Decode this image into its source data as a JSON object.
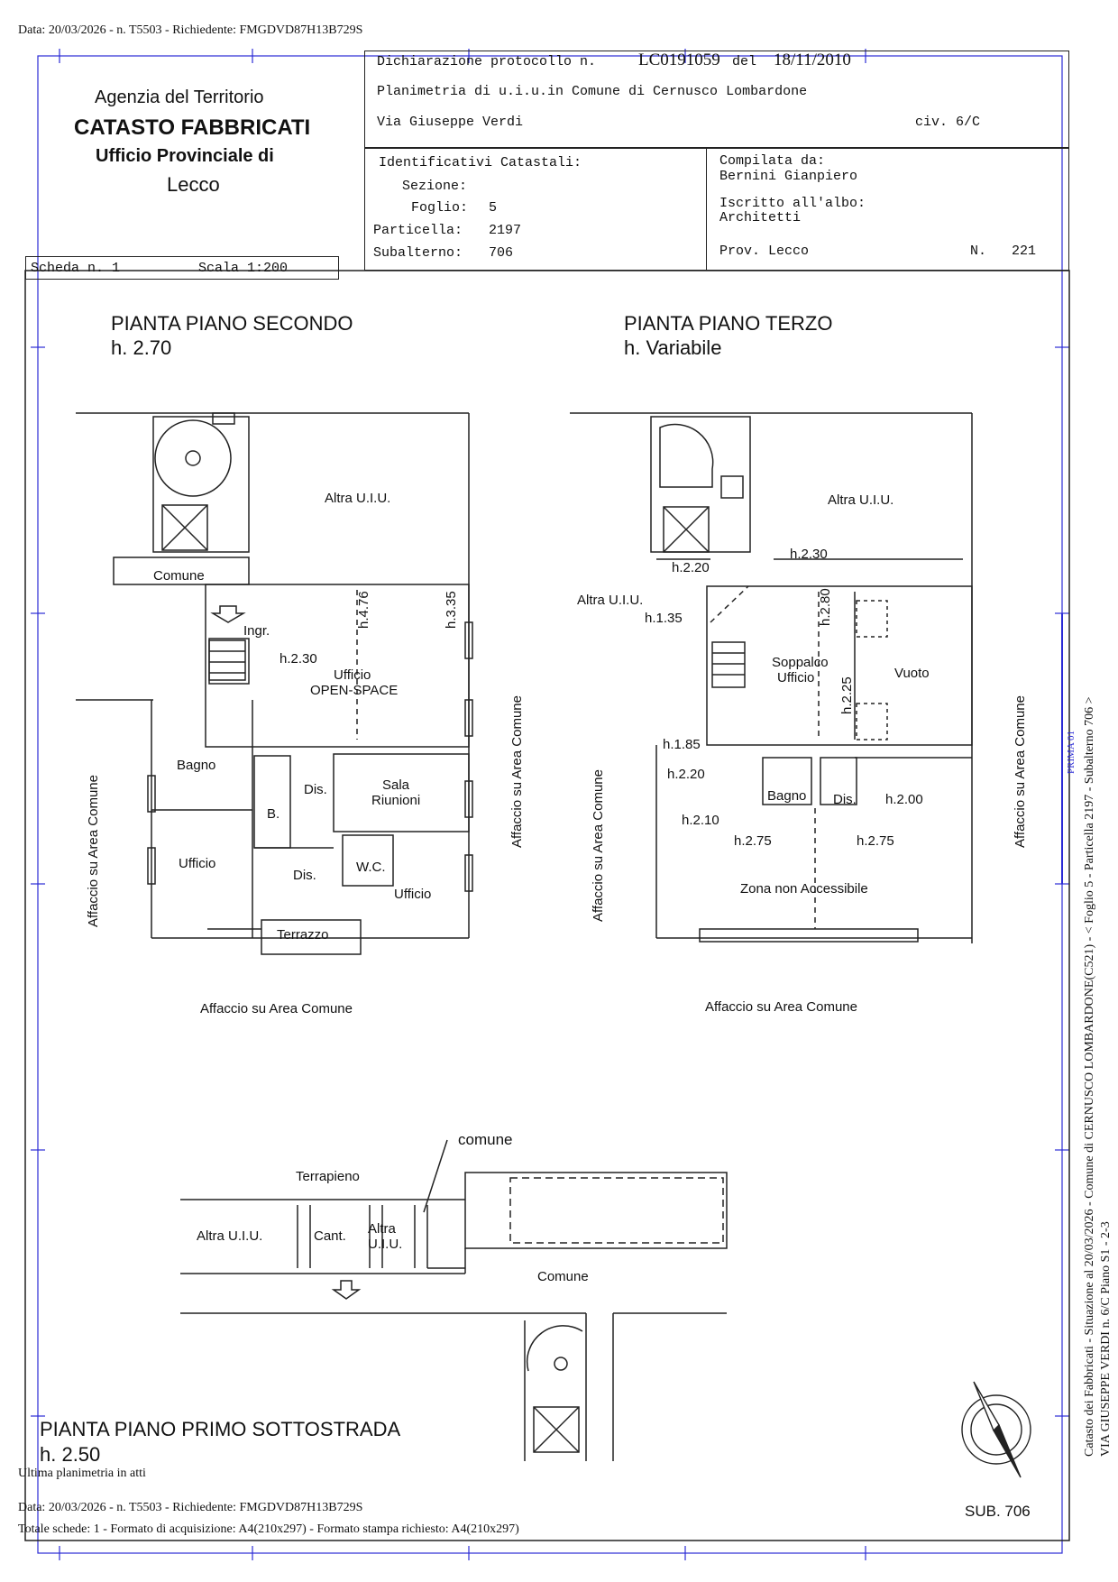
{
  "header_line": "Data: 20/03/2026 - n. T5503 - Richiedente: FMGDVD87H13B729S",
  "agency": {
    "line1": "Agenzia del Territorio",
    "line2": "CATASTO FABBRICATI",
    "line3": "Ufficio Provinciale di",
    "line4": "Lecco"
  },
  "declaration": {
    "protocol_label": "Dichiarazione protocollo n.",
    "protocol_number": "LC0191059",
    "date_label": "del",
    "date": "18/11/2010",
    "plan_line": "Planimetria di u.i.u.in Comune di Cernusco Lombardone",
    "street": "Via Giuseppe Verdi",
    "civic": "civ. 6/C"
  },
  "identifiers": {
    "title": "Identificativi Catastali:",
    "sezione_label": "Sezione:",
    "foglio_label": "Foglio:",
    "foglio": "5",
    "particella_label": "Particella:",
    "particella": "2197",
    "subalterno_label": "Subalterno:",
    "subalterno": "706"
  },
  "compiler": {
    "label": "Compilata da:",
    "name": "Bernini Gianpiero",
    "albo_label": "Iscritto all'albo:",
    "albo": "Architetti",
    "prov_label": "Prov. Lecco",
    "n_label": "N.",
    "n": "221"
  },
  "scheda": {
    "label": "Scheda n. 1",
    "scale": "Scala 1:200"
  },
  "floors": {
    "second_title": "PIANTA PIANO SECONDO",
    "second_height": "h. 2.70",
    "third_title": "PIANTA PIANO TERZO",
    "third_height": "h. Variabile",
    "basement_title": "PIANTA PIANO PRIMO SOTTOSTRADA",
    "basement_height": "h. 2.50"
  },
  "second_floor_labels": {
    "altra_uiu": "Altra U.I.U.",
    "comune": "Comune",
    "ingr": "Ingr.",
    "h230": "h.2.30",
    "h476": "h.4.76",
    "h335": "h.3.35",
    "ufficio_open": "Ufficio",
    "open_space": "OPEN-SPACE",
    "bagno": "Bagno",
    "b": "B.",
    "dis1": "Dis.",
    "sala": "Sala",
    "riunioni": "Riunioni",
    "ufficio_left": "Ufficio",
    "dis2": "Dis.",
    "wc": "W.C.",
    "ufficio_right": "Ufficio",
    "terrazzo": "Terrazzo",
    "affaccio_left": "Affaccio su Area Comune",
    "affaccio_right": "Affaccio su Area Comune",
    "affaccio_bottom": "Affaccio su Area Comune"
  },
  "third_floor_labels": {
    "altra_uiu_top": "Altra U.I.U.",
    "h220_a": "h.2.20",
    "h230": "h.2.30",
    "altra_uiu_left": "Altra U.I.U.",
    "h135": "h.1.35",
    "h280": "h.2.80",
    "soppalco": "Soppalco",
    "ufficio": "Ufficio",
    "vuoto": "Vuoto",
    "h225": "h.2.25",
    "h185": "h.1.85",
    "h220_b": "h.2.20",
    "bagno": "Bagno",
    "dis": "Dis.",
    "h200": "h.2.00",
    "h210": "h.2.10",
    "h275_a": "h.2.75",
    "h275_b": "h.2.75",
    "zona": "Zona non Accessibile",
    "affaccio_left": "Affaccio su Area Comune",
    "affaccio_right": "Affaccio su Area Comune",
    "affaccio_bottom": "Affaccio su Area Comune"
  },
  "basement_labels": {
    "comune_top": "comune",
    "terrapieno": "Terrapieno",
    "altra_uiu_left": "Altra U.I.U.",
    "cant": "Cant.",
    "altra1": "Altra",
    "altra2": "U.I.U.",
    "comune_mid": "Comune"
  },
  "side_text": {
    "line1": "Catasto dei Fabbricati - Situazione al 20/03/2026 - Comune di CERNUSCO LOMBARDONE(C521) - < Foglio 5 - Particella 2197 - Subalterno 706 >",
    "line2": "VIA GIUSEPPE VERDI n. 6/C Piano S1 - 2-3",
    "stamp": "PRIMA 01"
  },
  "footer": {
    "ultima": "Ultima planimetria in atti",
    "data_line": "Data: 20/03/2026 - n. T5503 - Richiedente: FMGDVD87H13B729S",
    "totale": "Totale schede: 1 - Formato di acquisizione: A4(210x297)  - Formato stampa richiesto: A4(210x297)",
    "sub": "SUB. 706"
  },
  "colors": {
    "frame_blue": "#2b2bd6",
    "ink": "#222222"
  }
}
